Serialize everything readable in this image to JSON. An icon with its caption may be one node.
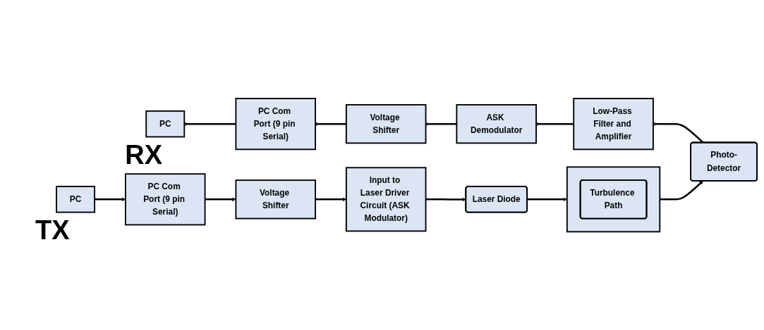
{
  "diagram": {
    "nodes": [
      {
        "text": [
          "PC"
        ]
      },
      {
        "text": [
          "PC Com Port (9 pin Serial)"
        ]
      },
      {
        "text": [
          "Voltage Shifter"
        ]
      },
      {
        "text": [
          "Input to Laser Driver Circuit (ASK Modulator)"
        ]
      },
      {
        "text": [
          "Laser Diode"
        ]
      },
      {
        "text": [],
        "shape": "box"
      },
      {
        "text": [
          "Turbulence Path"
        ],
        "in": 5
      },
      {
        "text": [
          "Photo-Detector"
        ]
      },
      {
        "text": [
          "Low-Pass Filter and Amplifier"
        ]
      },
      {
        "text": [
          "ASK Demodulator"
        ]
      },
      {
        "text": [
          "Voltage Shifter"
        ]
      },
      {
        "text": [
          "PC Com Port (9 pin Serial)"
        ]
      },
      {
        "text": [
          "PC"
        ]
      }
    ],
    "edges": [
      {
        "from": 0,
        "to": 1,
        "arrow": "to"
      },
      {
        "from": 1,
        "to": 2,
        "arrow": "to"
      },
      {
        "from": 2,
        "to": 3,
        "arrow": "to"
      },
      {
        "from": 3,
        "to": 4,
        "arrow": "to"
      },
      {
        "from": 4,
        "to": 5,
        "arrow": "to"
      },
      {
        "from": 5,
        "to": 7,
        "arrow": "to"
      },
      {
        "from": 7,
        "to": 8,
        "arrow": "to"
      },
      {
        "from": 8,
        "to": 9,
        "arrow": "to"
      },
      {
        "from": 9,
        "to": 10,
        "arrow": "to"
      },
      {
        "from": 10,
        "to": 11,
        "arrow": "to"
      },
      {
        "from": 11,
        "to": 12,
        "arrow": "to"
      }
    ],
    "labels": [
      "TX",
      "RX"
    ]
  }
}
